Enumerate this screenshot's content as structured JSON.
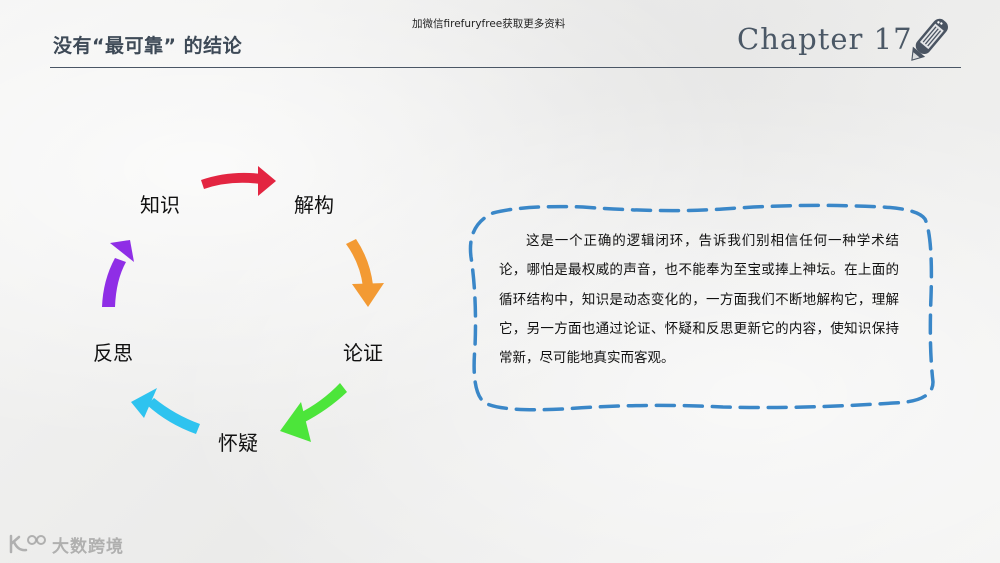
{
  "header": {
    "title": "没有“最可靠” 的结论",
    "watermark": "加微信firefuryfree获取更多资料",
    "chapter": "Chapter 17",
    "pencil_icon": "pencil-icon"
  },
  "cycle": {
    "nodes": [
      {
        "label": "知识",
        "position": "top-left"
      },
      {
        "label": "解构",
        "position": "top-right"
      },
      {
        "label": "论证",
        "position": "right"
      },
      {
        "label": "怀疑",
        "position": "bottom"
      },
      {
        "label": "反思",
        "position": "left"
      }
    ],
    "arrows": [
      {
        "from": "知识",
        "to": "解构",
        "color": "#e32541"
      },
      {
        "from": "解构",
        "to": "论证",
        "color": "#f39a33"
      },
      {
        "from": "论证",
        "to": "怀疑",
        "color": "#4ce53a"
      },
      {
        "from": "怀疑",
        "to": "反思",
        "color": "#2ec3ef"
      },
      {
        "from": "反思",
        "to": "知识",
        "color": "#8f2ee6"
      }
    ]
  },
  "textbox": {
    "body": "这是一个正确的逻辑闭环，告诉我们别相信任何一种学术结论，哪怕是最权威的声音，也不能奉为至宝或捧上神坛。在上面的循环结构中，知识是动态变化的，一方面我们不断地解构它，理解它，另一方面也通过论证、怀疑和反思更新它的内容，使知识保持常新，尽可能地真实而客观。",
    "border_color": "#3a87c8"
  },
  "footer": {
    "logo_text": "大数跨境",
    "logo_icon": "logo-icon"
  }
}
